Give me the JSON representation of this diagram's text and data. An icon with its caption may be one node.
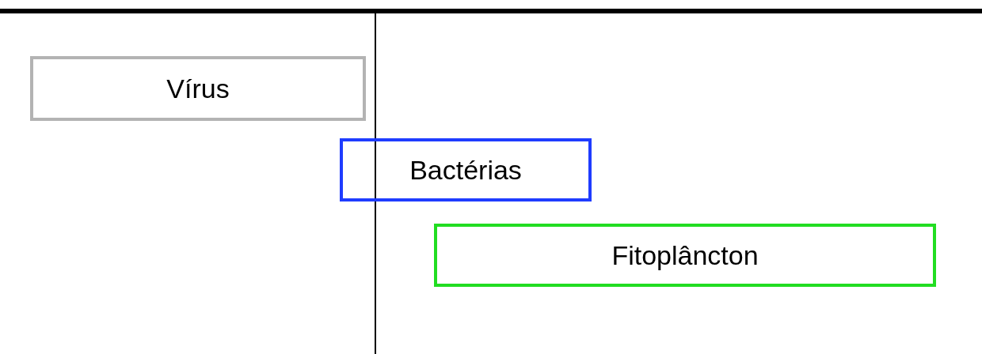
{
  "diagram": {
    "nodes": [
      {
        "text": [
          "Vírus"
        ]
      },
      {
        "text": [
          "Bactérias"
        ]
      },
      {
        "text": [
          "Fitoplâncton"
        ]
      }
    ]
  }
}
